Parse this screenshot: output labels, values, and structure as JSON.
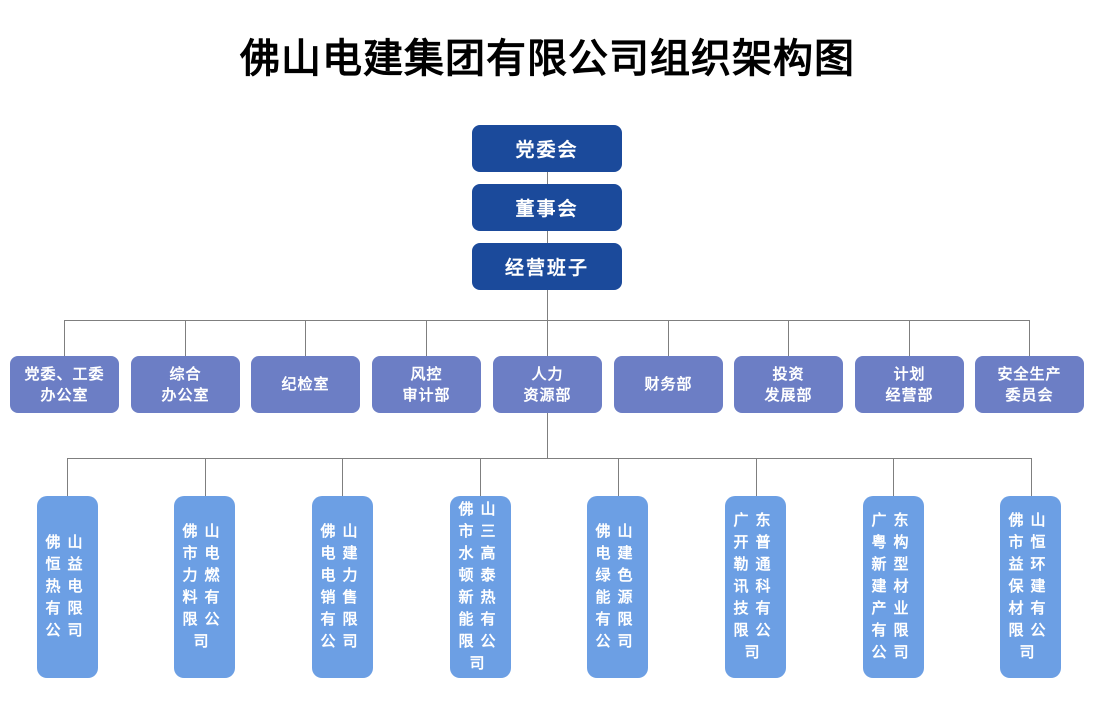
{
  "title": "佛山电建集团有限公司组织架构图",
  "colors": {
    "top_box": "#1b4a9b",
    "department_box": "#6c7ec5",
    "subsidiary_box": "#6c9fe4",
    "connector_line": "#7f7f7f",
    "title_text": "#000000",
    "box_text": "#ffffff"
  },
  "hierarchy": {
    "top": [
      {
        "label": "党委会"
      },
      {
        "label": "董事会"
      },
      {
        "label": "经营班子"
      }
    ],
    "departments": [
      {
        "label": "党委、工委\n办公室"
      },
      {
        "label": "综合\n办公室"
      },
      {
        "label": "纪检室"
      },
      {
        "label": "风控\n审计部"
      },
      {
        "label": "人力\n资源部"
      },
      {
        "label": "财务部"
      },
      {
        "label": "投资\n发展部"
      },
      {
        "label": "计划\n经营部"
      },
      {
        "label": "安全生产\n委员会"
      }
    ],
    "subsidiaries": [
      {
        "label": "佛山恒益热电有限公司"
      },
      {
        "label": "佛山市电力燃料有限公司"
      },
      {
        "label": "佛山电建电力销售有限公司"
      },
      {
        "label": "佛山市三水高顿泰新热能有限公司"
      },
      {
        "label": "佛山电建绿色能源有限公司"
      },
      {
        "label": "广东开普勒通讯科技有限公司"
      },
      {
        "label": "广东粤构新型建材产业有限公司"
      },
      {
        "label": "佛山市恒益环保建材有限公司"
      }
    ]
  }
}
